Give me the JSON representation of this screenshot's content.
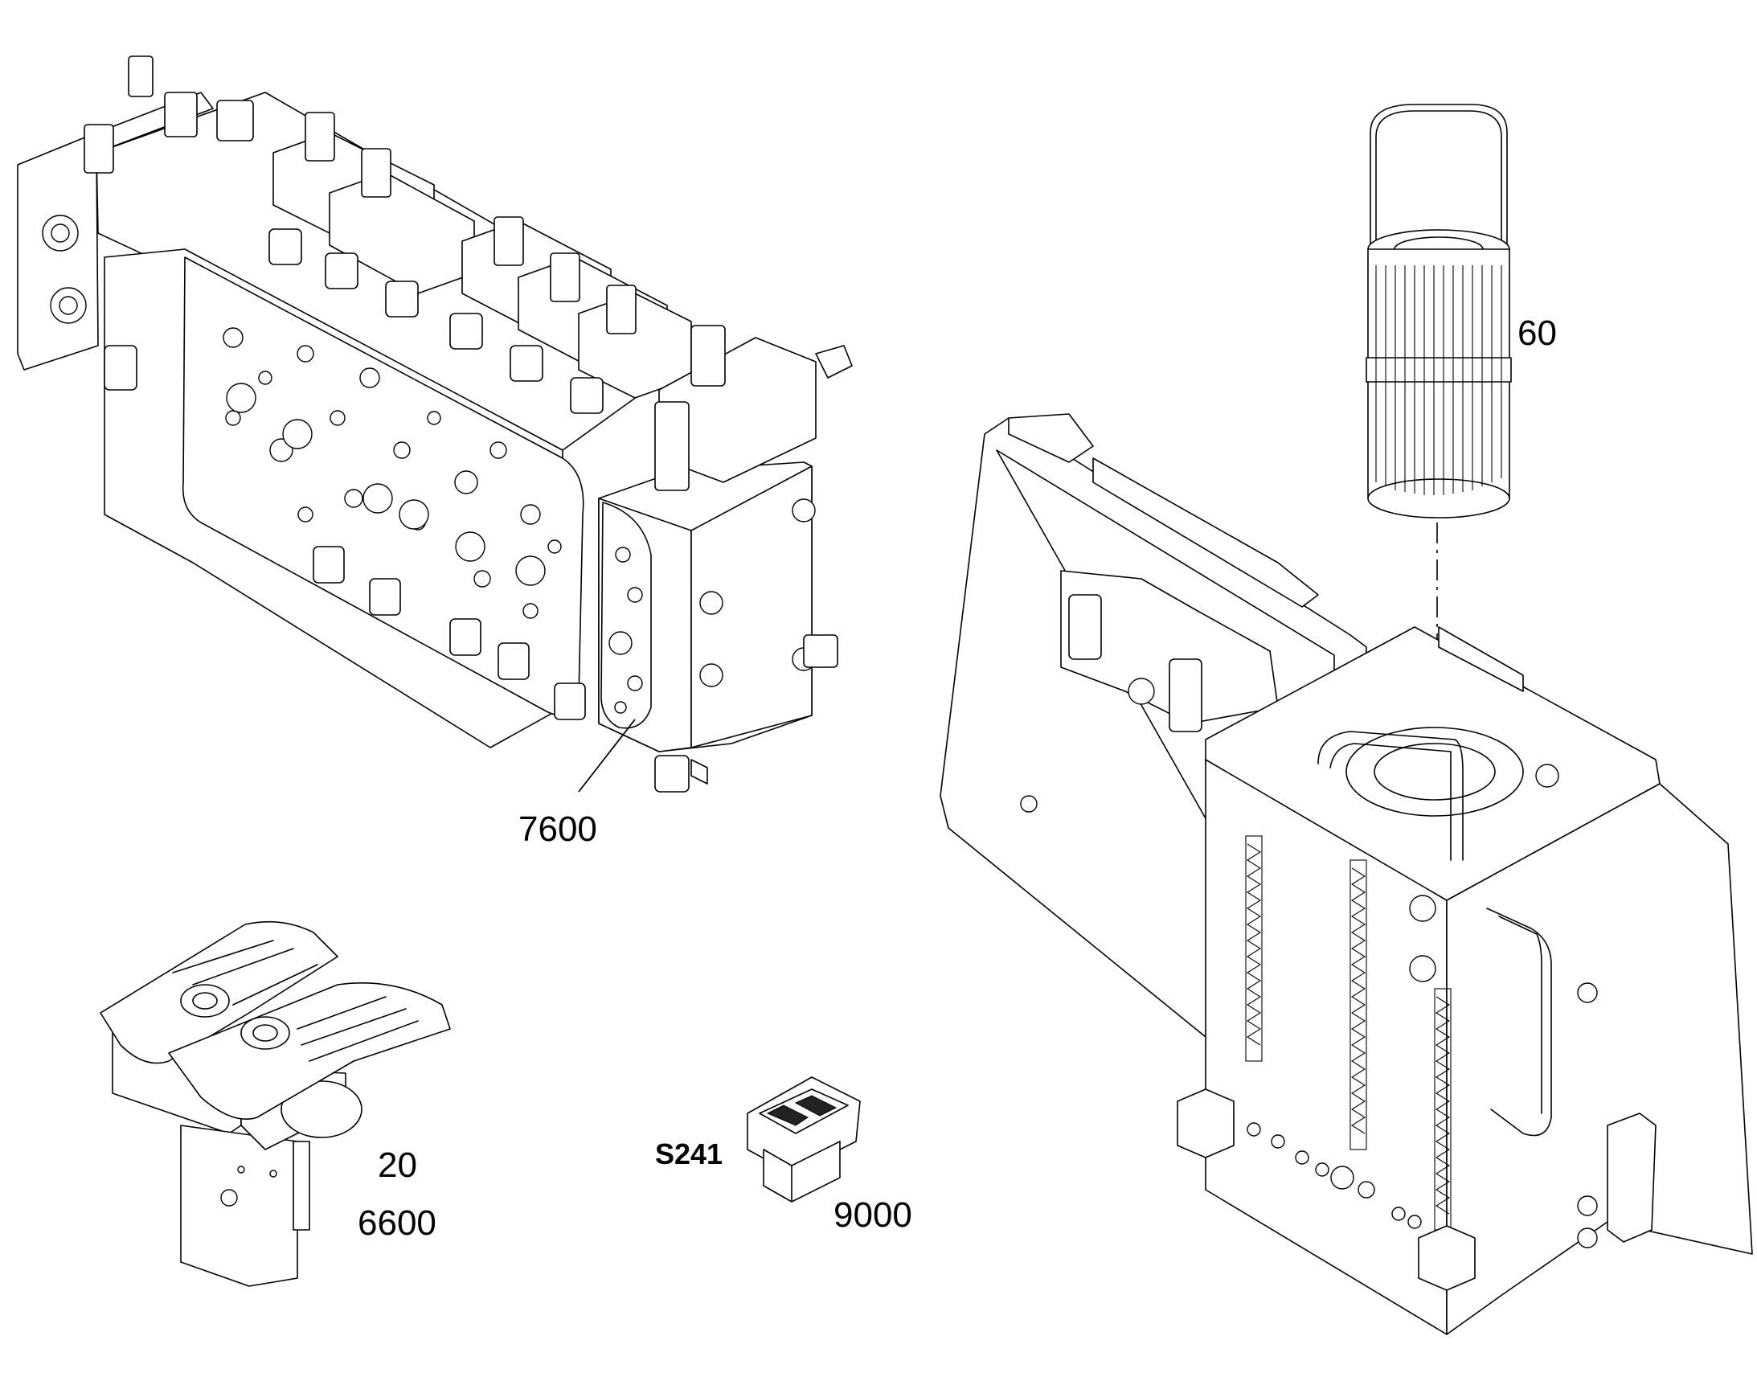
{
  "callouts": {
    "hydraulic_valve": "7600",
    "filter_element": "60",
    "pedal_top": "20",
    "pedal_bottom": "6600",
    "switch_code": "S241",
    "switch_number": "9000"
  }
}
